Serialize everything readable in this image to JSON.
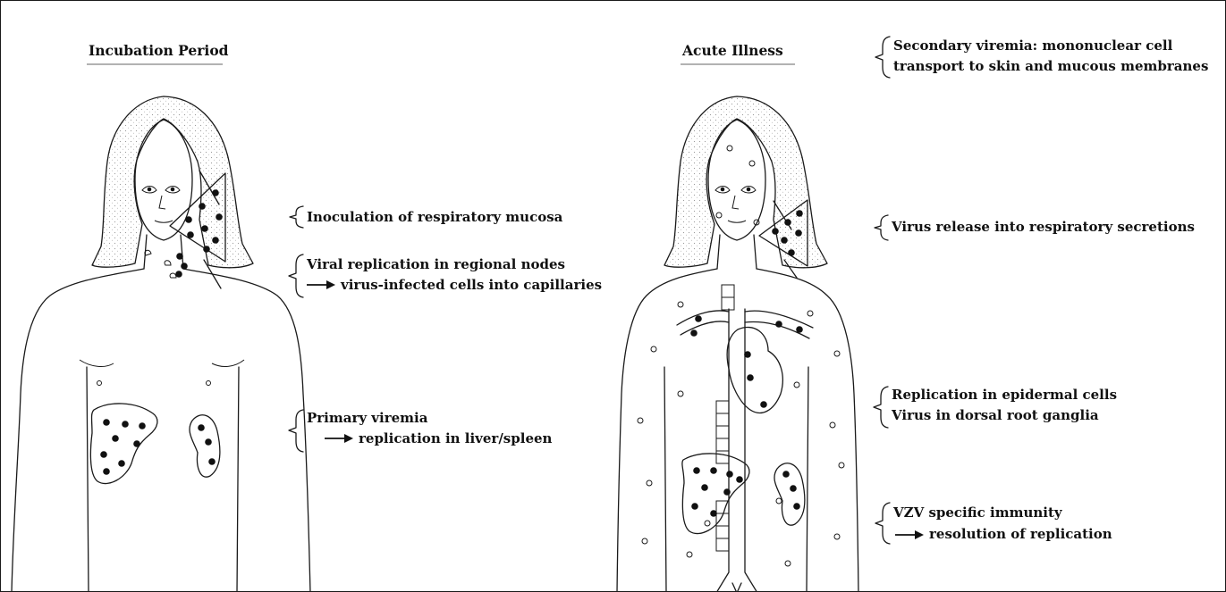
{
  "panels": {
    "left": {
      "heading": "Incubation Period",
      "labels": {
        "inoculation": "Inoculation of respiratory mucosa",
        "nodes_line1": "Viral replication in regional nodes",
        "nodes_line2": "virus-infected cells into capillaries",
        "primary_line1": "Primary viremia",
        "primary_line2": "replication in liver/spleen"
      }
    },
    "right": {
      "heading": "Acute Illness",
      "labels": {
        "secondary_line1": "Secondary viremia: mononuclear cell",
        "secondary_line2": "transport to skin and mucous membranes",
        "release": "Virus release into respiratory secretions",
        "epidermal_line1": "Replication in epidermal cells",
        "epidermal_line2": "Virus in dorsal root ganglia",
        "immunity_line1": "VZV specific immunity",
        "immunity_line2": "resolution of replication"
      }
    }
  },
  "colors": {
    "ink": "#111111",
    "stipple": "#9a9a9a",
    "background": "#ffffff"
  }
}
